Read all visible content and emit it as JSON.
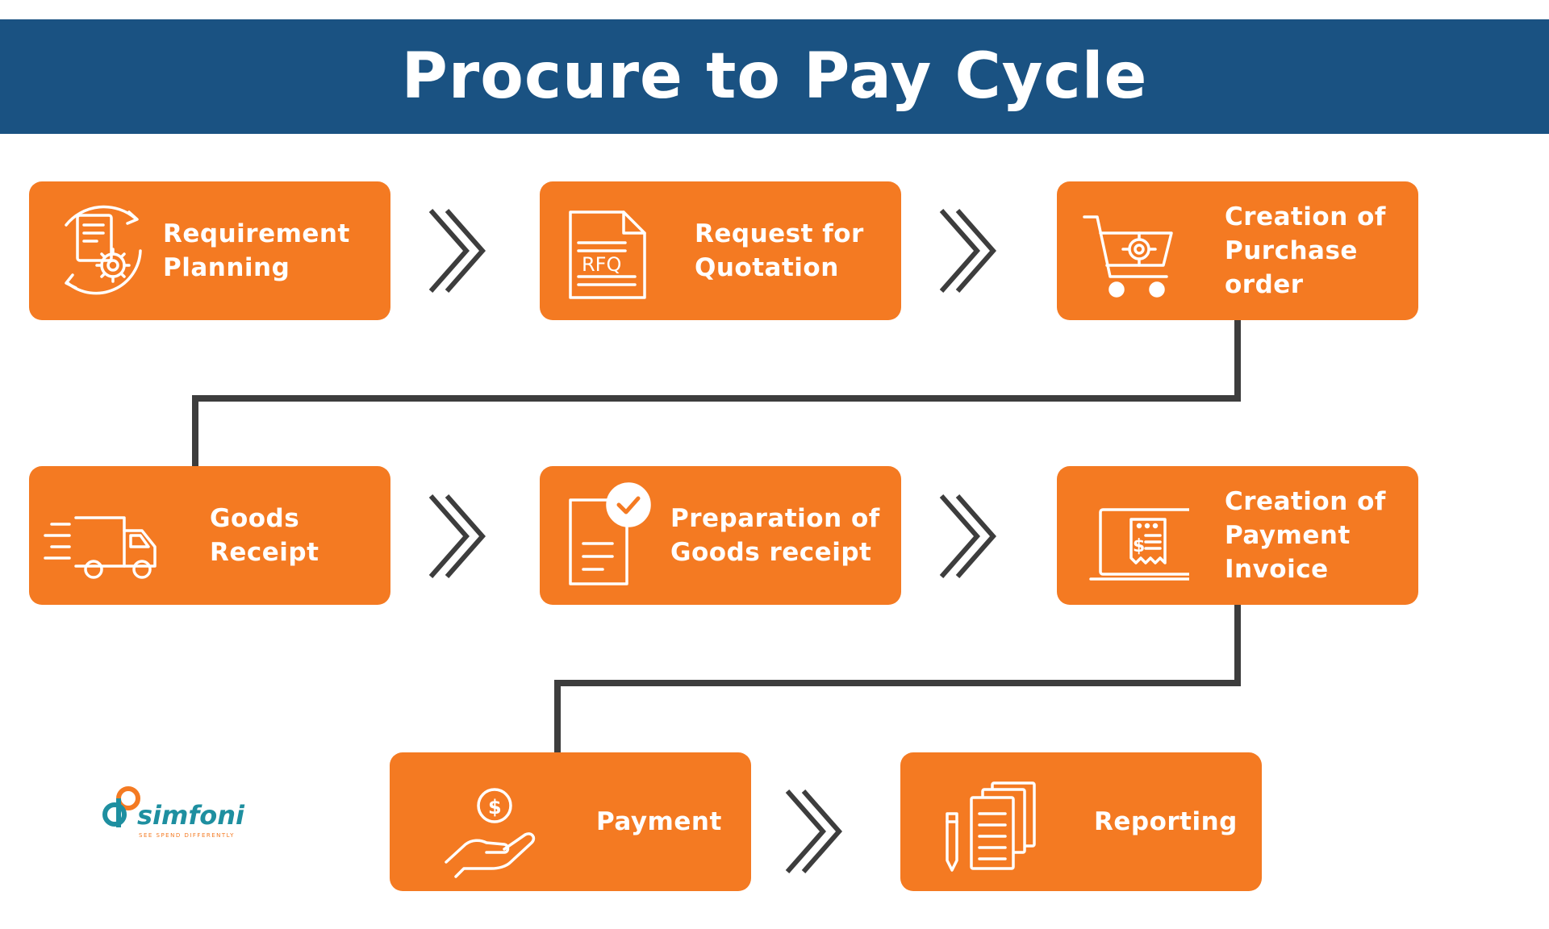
{
  "title": "Procure to Pay Cycle",
  "steps": [
    {
      "label": "Requirement\nPlanning",
      "icon": "cycle-document-gear-icon"
    },
    {
      "label": "Request for\nQuotation",
      "icon": "rfq-document-icon"
    },
    {
      "label": "Creation of\nPurchase\norder",
      "icon": "cart-gear-icon"
    },
    {
      "label": "Goods\nReceipt",
      "icon": "delivery-truck-icon"
    },
    {
      "label": "Preparation of\nGoods receipt",
      "icon": "checked-document-icon"
    },
    {
      "label": "Creation of\nPayment\nInvoice",
      "icon": "laptop-invoice-icon"
    },
    {
      "label": "Payment",
      "icon": "hand-coin-icon"
    },
    {
      "label": "Reporting",
      "icon": "documents-pen-icon"
    }
  ],
  "icons": {
    "arrow": "double-chevron-right-icon",
    "logo_mark": "simfoni-logo-icon"
  },
  "logo": {
    "name": "simfoni",
    "tagline": "SEE SPEND DIFFERENTLY"
  },
  "colors": {
    "banner": "#1a5282",
    "step_fill": "#f47a22",
    "connector": "#3d3d3d",
    "text_on_fill": "#ffffff",
    "logo_teal": "#1e8fa0",
    "logo_orange": "#f47a22"
  }
}
